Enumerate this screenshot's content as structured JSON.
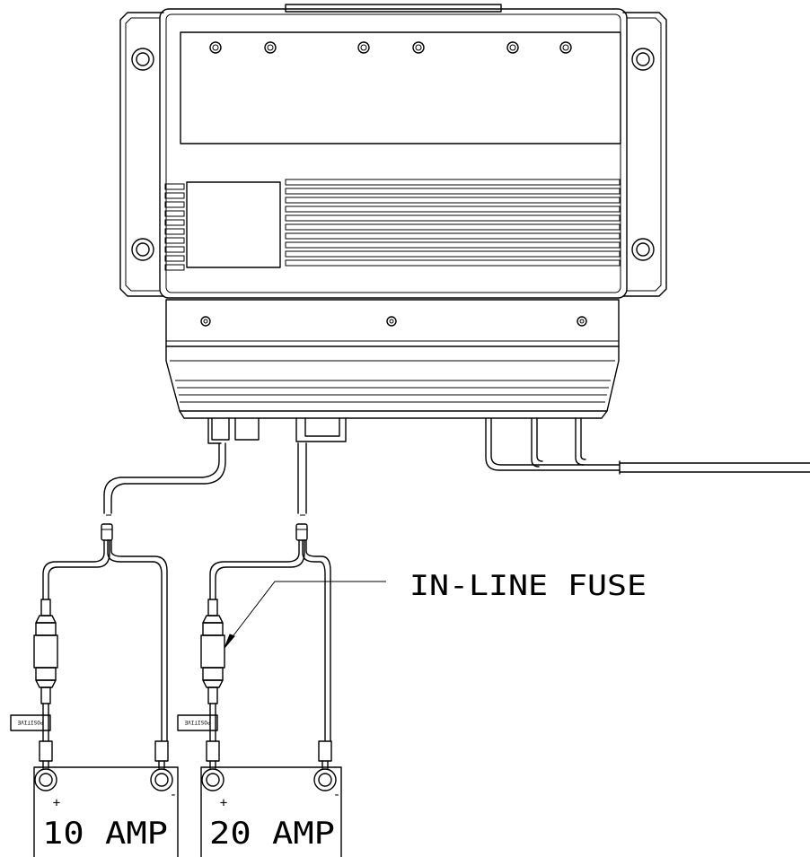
{
  "callout": {
    "label": "IN-LINE FUSE"
  },
  "batteries": [
    {
      "label": "10 AMP",
      "positive": "+",
      "negative": "-",
      "tag": "POSITIVE"
    },
    {
      "label": "20 AMP",
      "positive": "+",
      "negative": "-",
      "tag": "POSITIVE"
    }
  ]
}
